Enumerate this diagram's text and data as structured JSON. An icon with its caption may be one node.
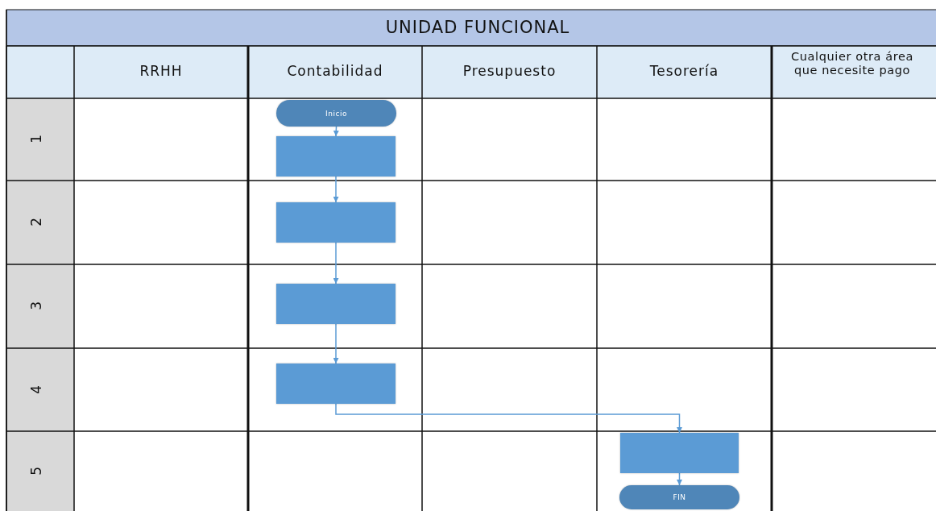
{
  "diagram": {
    "title": "UNIDAD FUNCIONAL",
    "nodes": [
      {
        "text": [
          "Inicio"
        ]
      },
      {
        "text": [],
        "shape": "box"
      },
      {
        "text": [],
        "shape": "box"
      },
      {
        "text": [],
        "shape": "box"
      },
      {
        "text": [],
        "shape": "box"
      },
      {
        "text": [],
        "shape": "box"
      },
      {
        "text": [
          "FIN"
        ]
      }
    ],
    "edges": [
      {
        "from": 0,
        "to": 1,
        "arrow": "to"
      },
      {
        "from": 1,
        "to": 2,
        "arrow": "to"
      },
      {
        "from": 2,
        "to": 3,
        "arrow": "to"
      },
      {
        "from": 3,
        "to": 4,
        "arrow": "to"
      },
      {
        "from": 4,
        "to": 5,
        "arrow": "to"
      },
      {
        "from": 5,
        "to": 6,
        "arrow": "to"
      }
    ],
    "labels": [
      "RRHH",
      "Contabilidad",
      "Presupuesto",
      "Tesorería",
      "Cualquier otra área que necesite pago",
      "1",
      "2",
      "3",
      "4",
      "5"
    ]
  }
}
